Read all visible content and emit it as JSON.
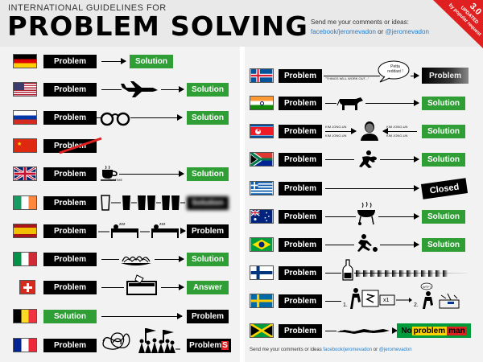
{
  "header": {
    "subtitle": "INTERNATIONAL GUIDELINES FOR",
    "title": "PROBLEM SOLVING",
    "contact_line1": "Send me your comments or ideas:",
    "contact_handle1": "facebook/jeromevadon",
    "contact_or": " or ",
    "contact_handle2": "@jeromevadon"
  },
  "badge": {
    "version": "3.0",
    "line2": "UPDATED",
    "line3": "by popular request",
    "color": "#e02020"
  },
  "labels": {
    "problem": "Problem",
    "solution": "Solution",
    "answer": "Answer",
    "closed": "Closed",
    "problems_prefix": "Problem",
    "problems_suffix": "S",
    "no": "No ",
    "problem_mid": "problem",
    "man": "man"
  },
  "annotations": {
    "tea_time": "TEA TIME",
    "things_work_out": "\"THINGS WILL WORK OUT...\"",
    "petta_reddast": "Petta reddast !",
    "kim1": "KIM JONG-UN",
    "kim2": "KIM JONG-UN",
    "kim3": "KIM JONG-UN",
    "kim4": "KIM JONG-UN",
    "x1": "x1",
    "step1": "1.",
    "step2": "2.",
    "wtf": "WTF?"
  },
  "footer": {
    "text": "Send me your comments or ideas ",
    "handle1": "facebook/jeromevadon",
    "or": " or ",
    "handle2": "@jeromevadon"
  },
  "colors": {
    "green": "#2e9e35",
    "black": "#000000",
    "red": "#e02020",
    "link": "#1f7fd1"
  }
}
